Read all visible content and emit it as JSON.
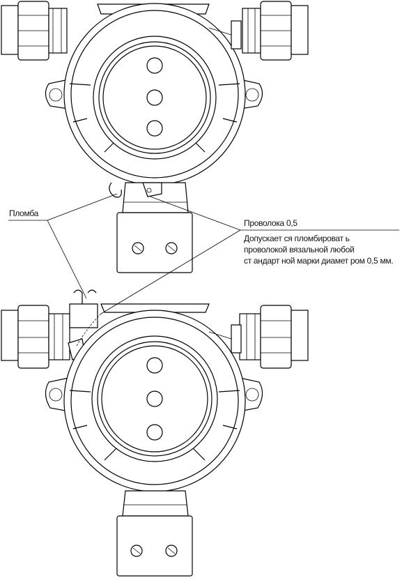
{
  "labels": {
    "seal": "Пломба",
    "wire": "Проволока 0,5",
    "note_line1": "Допускает ся пломбироват ь",
    "note_line2": "проволокой вязальной любой",
    "note_line3": "ст андарт ной марки диамет ром 0,5 мм."
  }
}
